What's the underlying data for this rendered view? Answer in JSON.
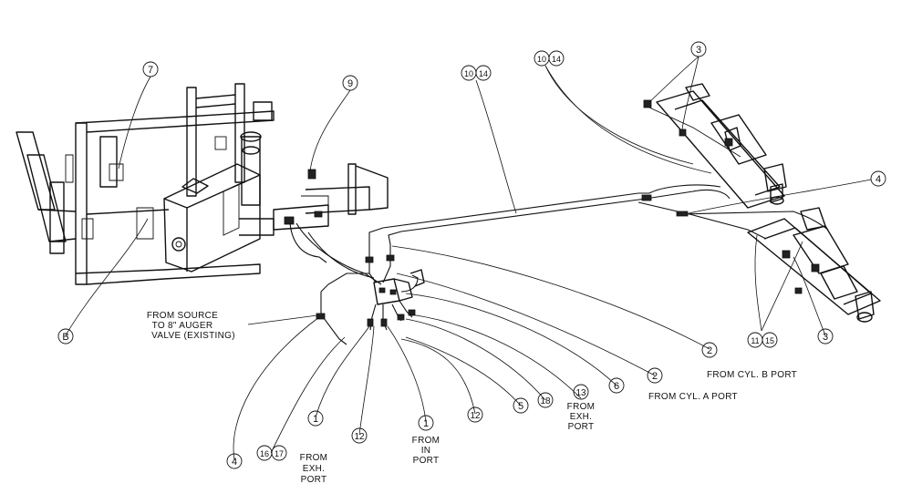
{
  "callouts": {
    "c7": "7",
    "c9": "9",
    "c10a": "10",
    "c14a": "14",
    "c10b": "10",
    "c14b": "14",
    "c3a": "3",
    "c4a": "4",
    "cB": "B",
    "c2a": "2",
    "c11": "11",
    "c15": "15",
    "c3b": "3",
    "c6": "6",
    "c2b": "2",
    "c13": "13",
    "c18": "18",
    "c5": "5",
    "c12a": "12",
    "c1a": "1",
    "c1b": "1",
    "c12b": "12",
    "c4b": "4",
    "c16": "16",
    "c17": "17"
  },
  "notes": {
    "source_line1": "FROM SOURCE",
    "source_line2": "TO 8\" AUGER",
    "source_line3": "VALVE (EXISTING)",
    "cyl_b": "FROM CYL. B PORT",
    "cyl_a": "FROM CYL. A PORT",
    "exh13_line1": "FROM",
    "exh13_line2": "EXH.",
    "exh13_line3": "PORT",
    "in_line1": "FROM",
    "in_line2": "IN",
    "in_line3": "PORT",
    "exh1_line1": "FROM",
    "exh1_line2": "EXH.",
    "exh1_line3": "PORT"
  }
}
